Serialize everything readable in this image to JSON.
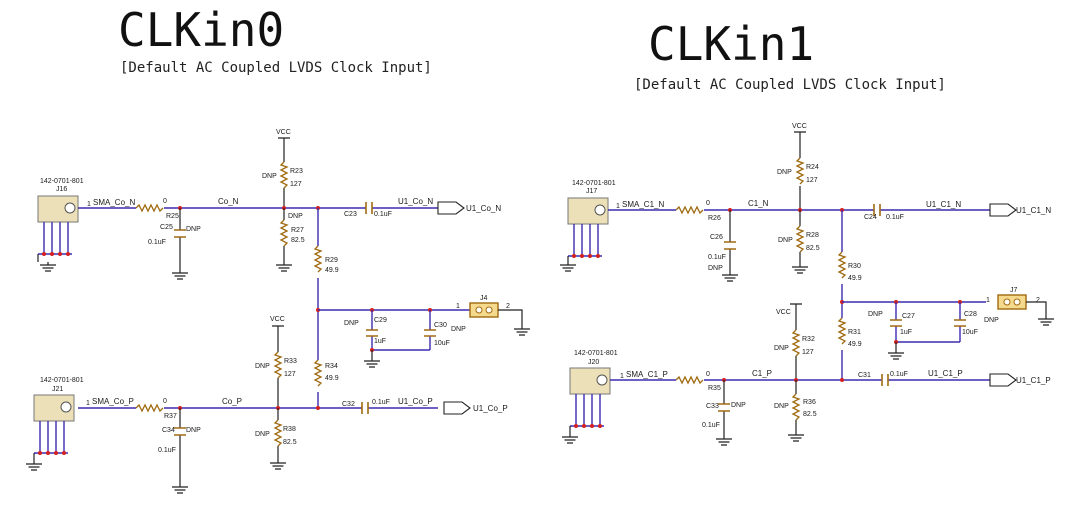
{
  "titles": {
    "clk0": "CLKin0",
    "clk0_sub": "[Default AC Coupled LVDS Clock Input]",
    "clk1": "CLKin1",
    "clk1_sub": "[Default AC Coupled LVDS Clock Input]"
  },
  "clk0": {
    "vcc_top": "VCC",
    "vcc_mid": "VCC",
    "j16": {
      "part": "142-0701-801",
      "ref": "J16",
      "pin": "1",
      "net": "SMA_Co_N"
    },
    "j21": {
      "part": "142-0701-801",
      "ref": "J21",
      "pin": "1",
      "net": "SMA_Co_P"
    },
    "r25": {
      "ref": "R25",
      "val": "0"
    },
    "r37": {
      "ref": "R37",
      "val": "0"
    },
    "c25": {
      "ref": "C25",
      "dnp": "DNP",
      "val": "0.1uF"
    },
    "c34": {
      "ref": "C34",
      "dnp": "DNP",
      "val": "0.1uF"
    },
    "net_n": "Co_N",
    "net_p": "Co_P",
    "r23": {
      "ref": "R23",
      "dnp": "DNP",
      "val": "127"
    },
    "r27": {
      "ref": "R27",
      "dnp": "DNP",
      "val": "82.5"
    },
    "r33": {
      "ref": "R33",
      "dnp": "DNP",
      "val": "127"
    },
    "r38": {
      "ref": "R38",
      "dnp": "DNP",
      "val": "82.5"
    },
    "r29": {
      "ref": "R29",
      "val": "49.9"
    },
    "r34": {
      "ref": "R34",
      "val": "49.9"
    },
    "c23": {
      "ref": "C23",
      "val": "0.1uF"
    },
    "c32": {
      "ref": "C32",
      "val": "0.1uF"
    },
    "c29": {
      "ref": "C29",
      "dnp": "DNP",
      "val": "1uF"
    },
    "c30": {
      "ref": "C30",
      "dnp": "DNP",
      "val": "10uF"
    },
    "j4": {
      "ref": "J4",
      "pin1": "1",
      "pin2": "2"
    },
    "out_n": {
      "net": "U1_Co_N",
      "port": "U1_Co_N"
    },
    "out_p": {
      "net": "U1_Co_P",
      "port": "U1_Co_P"
    }
  },
  "clk1": {
    "vcc_top": "VCC",
    "vcc_mid": "VCC",
    "j17": {
      "part": "142-0701-801",
      "ref": "J17",
      "pin": "1",
      "net": "SMA_C1_N"
    },
    "j20": {
      "part": "142-0701-801",
      "ref": "J20",
      "pin": "1",
      "net": "SMA_C1_P"
    },
    "r26": {
      "ref": "R26",
      "val": "0"
    },
    "r35": {
      "ref": "R35",
      "val": "0"
    },
    "c26": {
      "ref": "C26",
      "dnp": "DNP",
      "val": "0.1uF"
    },
    "c33": {
      "ref": "C33",
      "dnp": "DNP",
      "val": "0.1uF"
    },
    "net_n": "C1_N",
    "net_p": "C1_P",
    "r24": {
      "ref": "R24",
      "dnp": "DNP",
      "val": "127"
    },
    "r28": {
      "ref": "R28",
      "dnp": "DNP",
      "val": "82.5"
    },
    "r32": {
      "ref": "R32",
      "dnp": "DNP",
      "val": "127"
    },
    "r36": {
      "ref": "R36",
      "dnp": "DNP",
      "val": "82.5"
    },
    "r30": {
      "ref": "R30",
      "val": "49.9"
    },
    "r31": {
      "ref": "R31",
      "val": "49.9"
    },
    "c24": {
      "ref": "C24",
      "val": "0.1uF"
    },
    "c31": {
      "ref": "C31",
      "val": "0.1uF"
    },
    "c27": {
      "ref": "C27",
      "dnp": "DNP",
      "val": "1uF"
    },
    "c28": {
      "ref": "C28",
      "dnp": "DNP",
      "val": "10uF"
    },
    "j7": {
      "ref": "J7",
      "pin1": "1",
      "pin2": "2"
    },
    "out_n": {
      "net": "U1_C1_N",
      "port": "U1_C1_N"
    },
    "out_p": {
      "net": "U1_C1_P",
      "port": "U1_C1_P"
    }
  }
}
